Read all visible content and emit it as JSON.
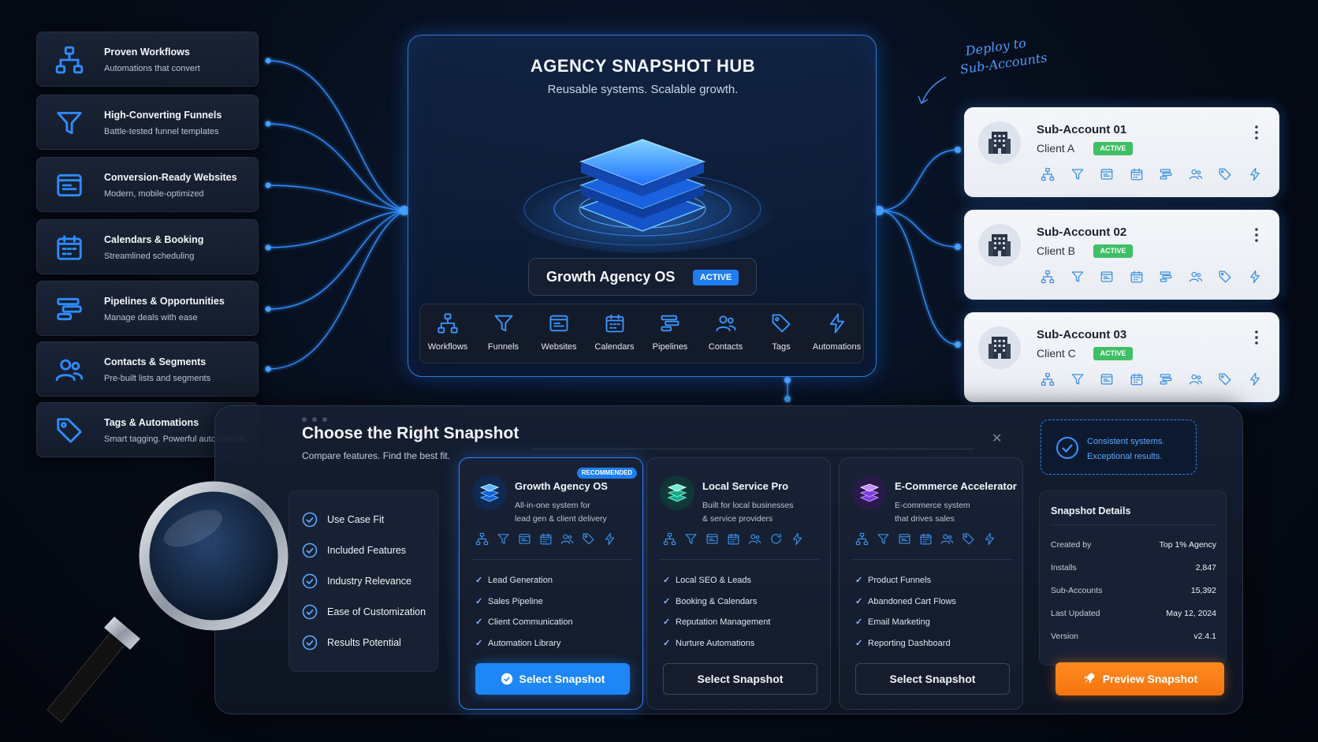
{
  "features": [
    {
      "title": "Proven Workflows",
      "subtitle": "Automations that convert",
      "icon": "workflow-icon"
    },
    {
      "title": "High-Converting Funnels",
      "subtitle": "Battle-tested funnel templates",
      "icon": "funnel-icon"
    },
    {
      "title": "Conversion-Ready Websites",
      "subtitle": "Modern, mobile-optimized",
      "icon": "website-icon"
    },
    {
      "title": "Calendars & Booking",
      "subtitle": "Streamlined scheduling",
      "icon": "calendar-icon"
    },
    {
      "title": "Pipelines & Opportunities",
      "subtitle": "Manage deals with ease",
      "icon": "pipeline-icon"
    },
    {
      "title": "Contacts & Segments",
      "subtitle": "Pre-built lists and segments",
      "icon": "contacts-icon"
    },
    {
      "title": "Tags & Automations",
      "subtitle": "Smart tagging. Powerful automations",
      "icon": "tag-icon"
    }
  ],
  "hub": {
    "title": "AGENCY SNAPSHOT HUB",
    "subtitle": "Reusable systems.  Scalable growth.",
    "snapshot_name": "Growth Agency OS",
    "snapshot_status": "ACTIVE",
    "items": [
      {
        "label": "Workflows",
        "icon": "workflow-icon"
      },
      {
        "label": "Funnels",
        "icon": "funnel-icon"
      },
      {
        "label": "Websites",
        "icon": "website-icon"
      },
      {
        "label": "Calendars",
        "icon": "calendar-icon"
      },
      {
        "label": "Pipelines",
        "icon": "pipeline-icon"
      },
      {
        "label": "Contacts",
        "icon": "contacts-icon"
      },
      {
        "label": "Tags",
        "icon": "tag-icon"
      },
      {
        "label": "Automations",
        "icon": "automation-icon"
      }
    ]
  },
  "annotation": {
    "line1": "Deploy to",
    "line2": "Sub-Accounts"
  },
  "sub_accounts": [
    {
      "name": "Sub-Account 01",
      "client": "Client A",
      "status": "ACTIVE"
    },
    {
      "name": "Sub-Account 02",
      "client": "Client B",
      "status": "ACTIVE"
    },
    {
      "name": "Sub-Account 03",
      "client": "Client C",
      "status": "ACTIVE"
    }
  ],
  "panel": {
    "title": "Choose the Right Snapshot",
    "subtitle": "Compare features. Find the best fit.",
    "criteria": [
      "Use Case Fit",
      "Included Features",
      "Industry Relevance",
      "Ease of Customization",
      "Results Potential"
    ]
  },
  "snapshots": [
    {
      "name": "Growth Agency OS",
      "desc1": "All-in-one system for",
      "desc2": "lead gen & client delivery",
      "badge": "RECOMMENDED",
      "features": [
        "Lead Generation",
        "Sales Pipeline",
        "Client Communication",
        "Automation Library"
      ],
      "button": "Select Snapshot"
    },
    {
      "name": "Local Service Pro",
      "desc1": "Built for local businesses",
      "desc2": "& service providers",
      "features": [
        "Local SEO & Leads",
        "Booking & Calendars",
        "Reputation Management",
        "Nurture Automations"
      ],
      "button": "Select Snapshot"
    },
    {
      "name": "E-Commerce Accelerator",
      "desc1": "E-commerce system",
      "desc2": "that drives sales",
      "features": [
        "Product Funnels",
        "Abandoned Cart Flows",
        "Email Marketing",
        "Reporting Dashboard"
      ],
      "button": "Select Snapshot"
    }
  ],
  "consistent": {
    "line1": "Consistent systems.",
    "line2": "Exceptional results."
  },
  "details": {
    "title": "Snapshot Details",
    "rows": [
      {
        "key": "Created by",
        "value": "Top 1% Agency"
      },
      {
        "key": "Installs",
        "value": "2,847"
      },
      {
        "key": "Sub-Accounts",
        "value": "15,392"
      },
      {
        "key": "Last Updated",
        "value": "May 12, 2024"
      },
      {
        "key": "Version",
        "value": "v2.4.1"
      }
    ],
    "button": "Preview Snapshot"
  },
  "colors": {
    "accent": "#1e86f5",
    "active_green": "#3fbf66",
    "orange": "#f57410",
    "icon_blue": "#2f8cff"
  }
}
